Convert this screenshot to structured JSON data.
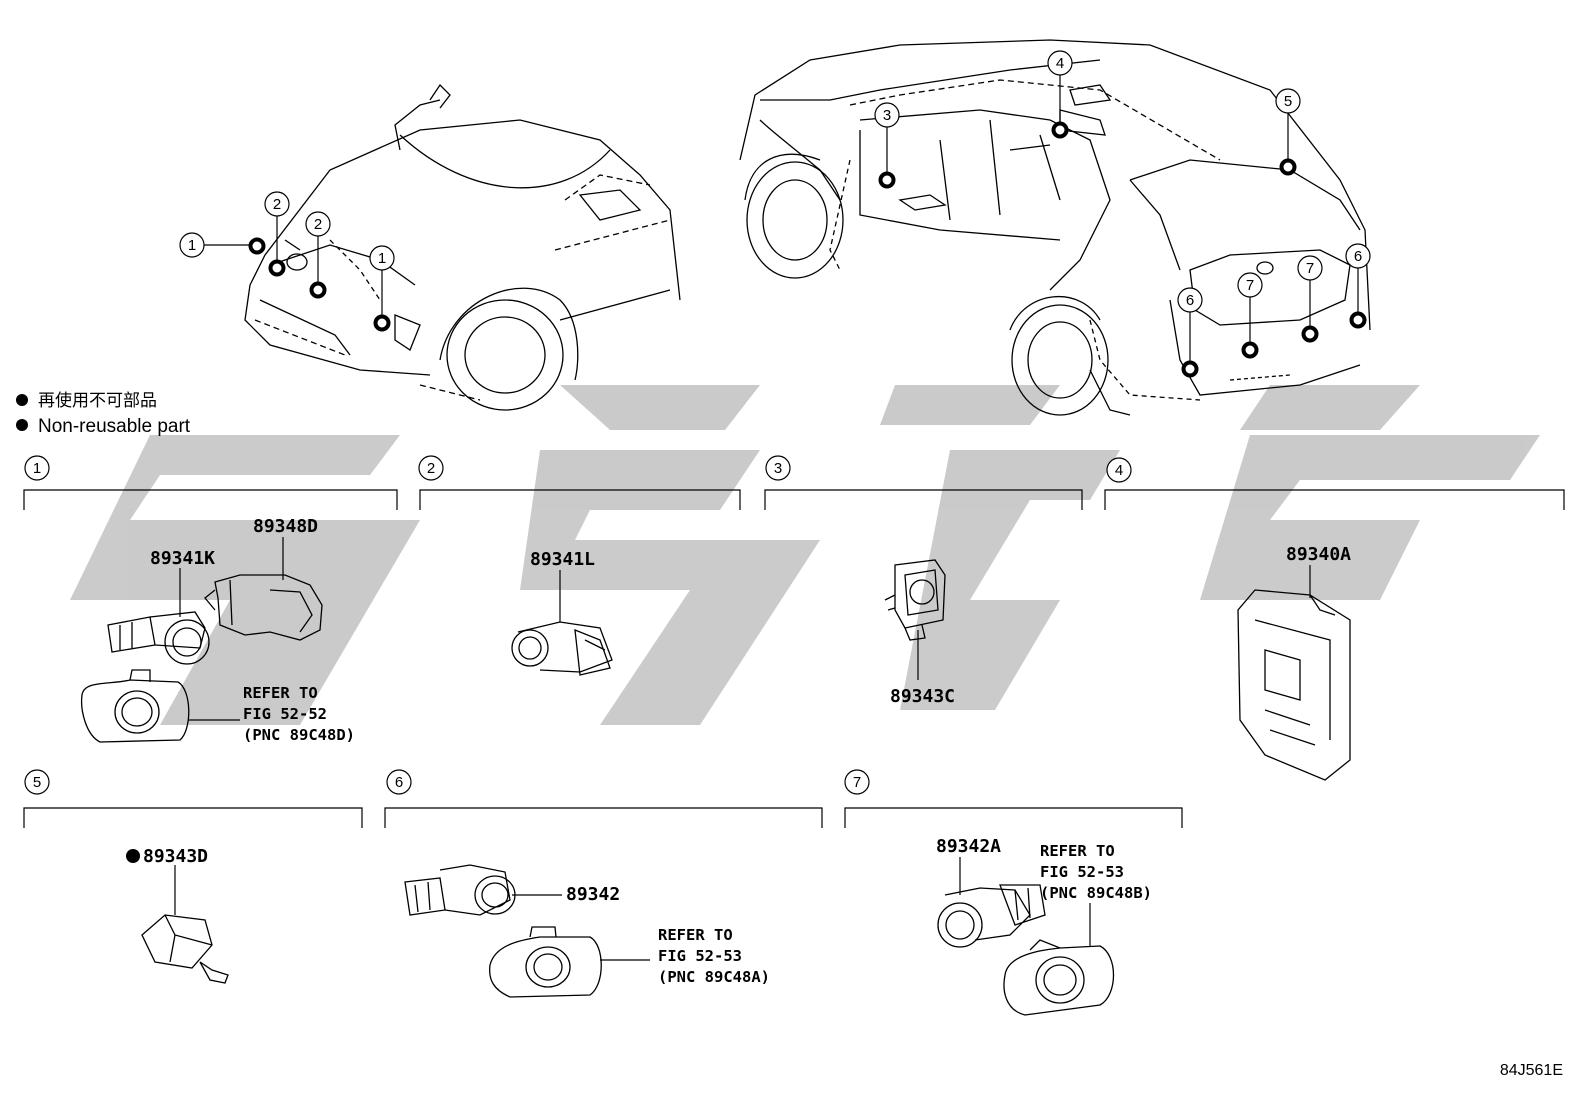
{
  "legend": {
    "ja": "再使用不可部品",
    "en": "Non-reusable part"
  },
  "vehicle_callouts": {
    "front": [
      "1",
      "2",
      "2",
      "1"
    ],
    "rear": [
      "3",
      "4",
      "5",
      "6",
      "7",
      "7",
      "6"
    ]
  },
  "groups": [
    {
      "number": "1",
      "parts": [
        "89348D",
        "89341K"
      ],
      "refer": [
        "REFER TO",
        "FIG 52-52",
        "(PNC 89C48D)"
      ]
    },
    {
      "number": "2",
      "parts": [
        "89341L"
      ]
    },
    {
      "number": "3",
      "parts": [
        "89343C"
      ]
    },
    {
      "number": "4",
      "parts": [
        "89340A"
      ]
    },
    {
      "number": "5",
      "parts": [
        "89343D"
      ],
      "non_reusable": true
    },
    {
      "number": "6",
      "parts": [
        "89342"
      ],
      "refer": [
        "REFER TO",
        "FIG 52-53",
        "(PNC 89C48A)"
      ]
    },
    {
      "number": "7",
      "parts": [
        "89342A"
      ],
      "refer": [
        "REFER TO",
        "FIG 52-53",
        "(PNC 89C48B)"
      ]
    }
  ],
  "figure_code": "84J561E",
  "colors": {
    "line": "#000000",
    "watermark": "#c8c8c8",
    "background": "#ffffff"
  }
}
